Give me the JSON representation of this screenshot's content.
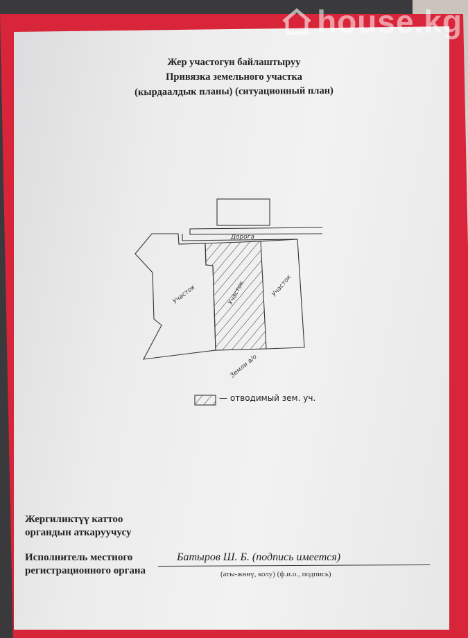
{
  "watermark": "house.kg",
  "header": {
    "line1": "Жер участогун байлаштыруу",
    "line2": "Привязка земельного участка",
    "line3": "(кырдаалдык планы) (ситуационный план)"
  },
  "plan": {
    "road_label": "Дорога",
    "plot_left_label": "Участок",
    "plot_center_label": "Участок",
    "plot_right_label": "Участок",
    "bottom_label": "Земли а/о",
    "legend_text": "— отводимый зем. уч."
  },
  "signature": {
    "label_kg_1": "Жергиликтүү каттоо",
    "label_kg_2": "органдын аткаруучусу",
    "label_ru_1": "Исполнитель местного",
    "label_ru_2": "регистрационного органа",
    "name": "Батыров Ш. Б. (подпись имеется)",
    "hint": "(аты-жөнү, колу)  (ф.и.о., подпись)"
  },
  "colors": {
    "folder": "#d8253a",
    "paper": "#ededed",
    "ink": "#222222"
  }
}
